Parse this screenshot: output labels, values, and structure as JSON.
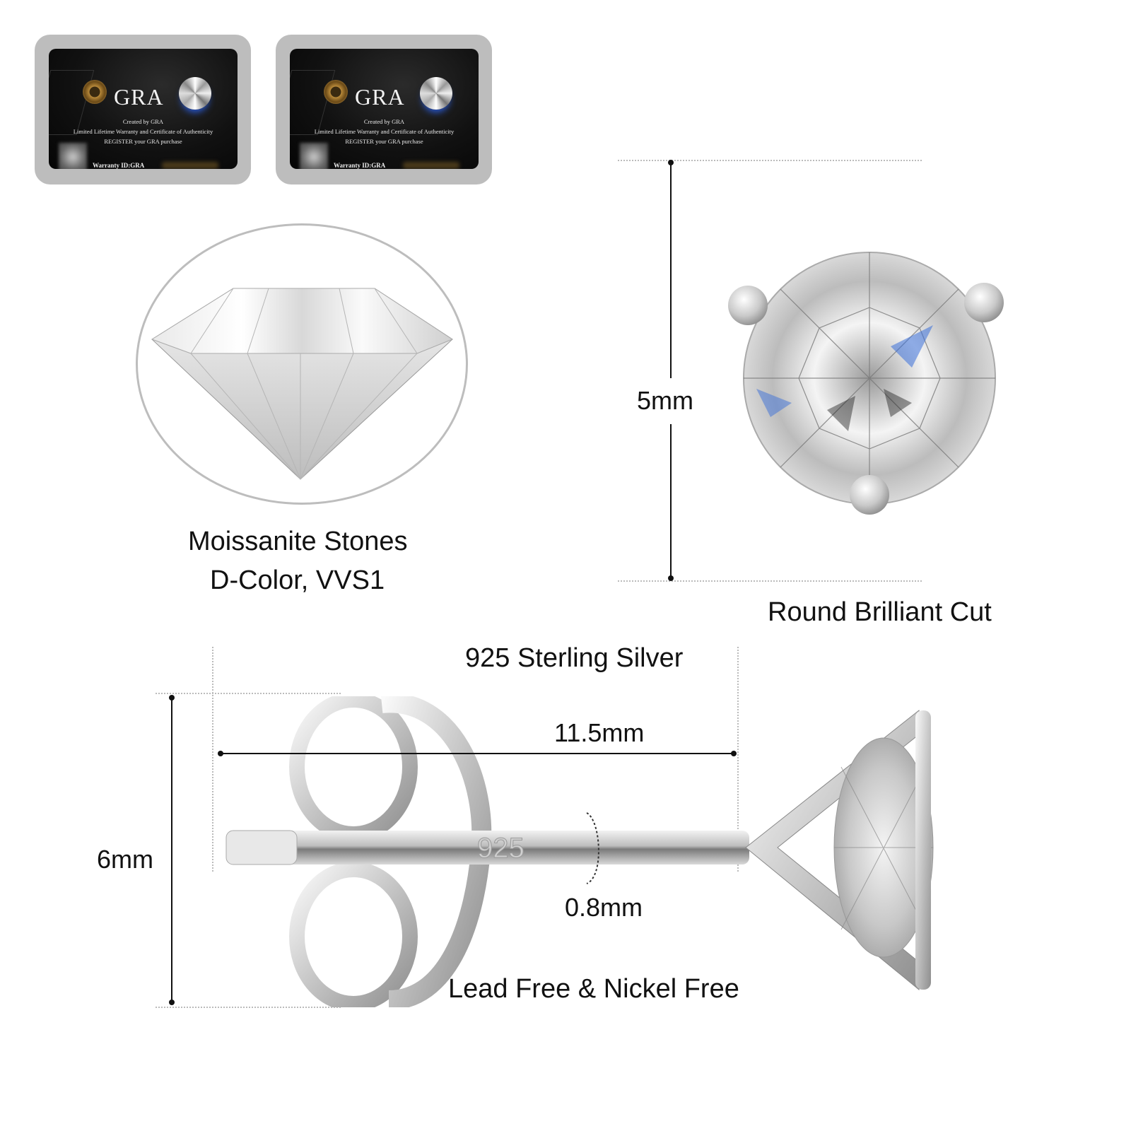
{
  "certificates": [
    {
      "brand": "GRA",
      "line1": "Created by GRA",
      "line2": "Limited Lifetime Warranty and Certificate of Authenticity",
      "line3": "REGISTER your GRA purchase",
      "warranty_label": "Warranty ID:GRA"
    },
    {
      "brand": "GRA",
      "line1": "Created by GRA",
      "line2": "Limited Lifetime Warranty and Certificate of Authenticity",
      "line3": "REGISTER your GRA purchase",
      "warranty_label": "Warranty ID:GRA"
    }
  ],
  "stone": {
    "title": "Moissanite Stones",
    "subtitle": "D-Color, VVS1"
  },
  "top_view": {
    "diameter_label": "5mm",
    "cut_label": "Round Brilliant Cut"
  },
  "side_view": {
    "material_label": "925 Sterling Silver",
    "length_label": "11.5mm",
    "height_label": "6mm",
    "post_thickness_label": "0.8mm",
    "stamp": "925",
    "safety_label": "Lead Free & Nickel Free"
  },
  "colors": {
    "text": "#111111",
    "card_frame": "#bdbdbd",
    "card_bg": "#111111",
    "guide_dotted": "#bbbbbb",
    "silver": "#c8c8c8"
  }
}
